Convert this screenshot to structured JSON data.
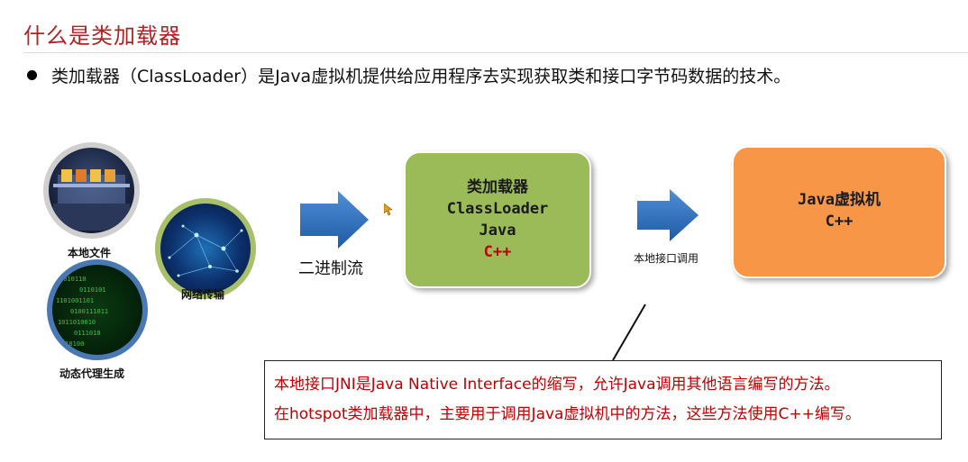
{
  "header": {
    "title": "什么是类加载器",
    "bullet_text": "类加载器（ClassLoader）是Java虚拟机提供给应用程序去实现获取类和接口字节码数据的技术。"
  },
  "sources": {
    "local_file": "本地文件",
    "network": "网络传输",
    "dynamic_proxy": "动态代理生成"
  },
  "flow": {
    "binary_label": "二进制流",
    "native_call_label": "本地接口调用"
  },
  "classloader_box": {
    "line1": "类加载器",
    "line2": "ClassLoader",
    "line3": "Java",
    "line4": "C++"
  },
  "jvm_box": {
    "line1": "Java虚拟机",
    "line2": "C++"
  },
  "callout": {
    "line1": "本地接口JNI是Java Native Interface的缩写，允许Java调用其他语言编写的方法。",
    "line2": "在hotspot类加载器中，主要用于调用Java虚拟机中的方法，这些方法使用C++编写。"
  },
  "colors": {
    "title": "#b22222",
    "classloader_box": "#9bbb59",
    "jvm_box": "#f79646",
    "arrow": "#2e6bb8",
    "callout_text": "#c00000"
  }
}
